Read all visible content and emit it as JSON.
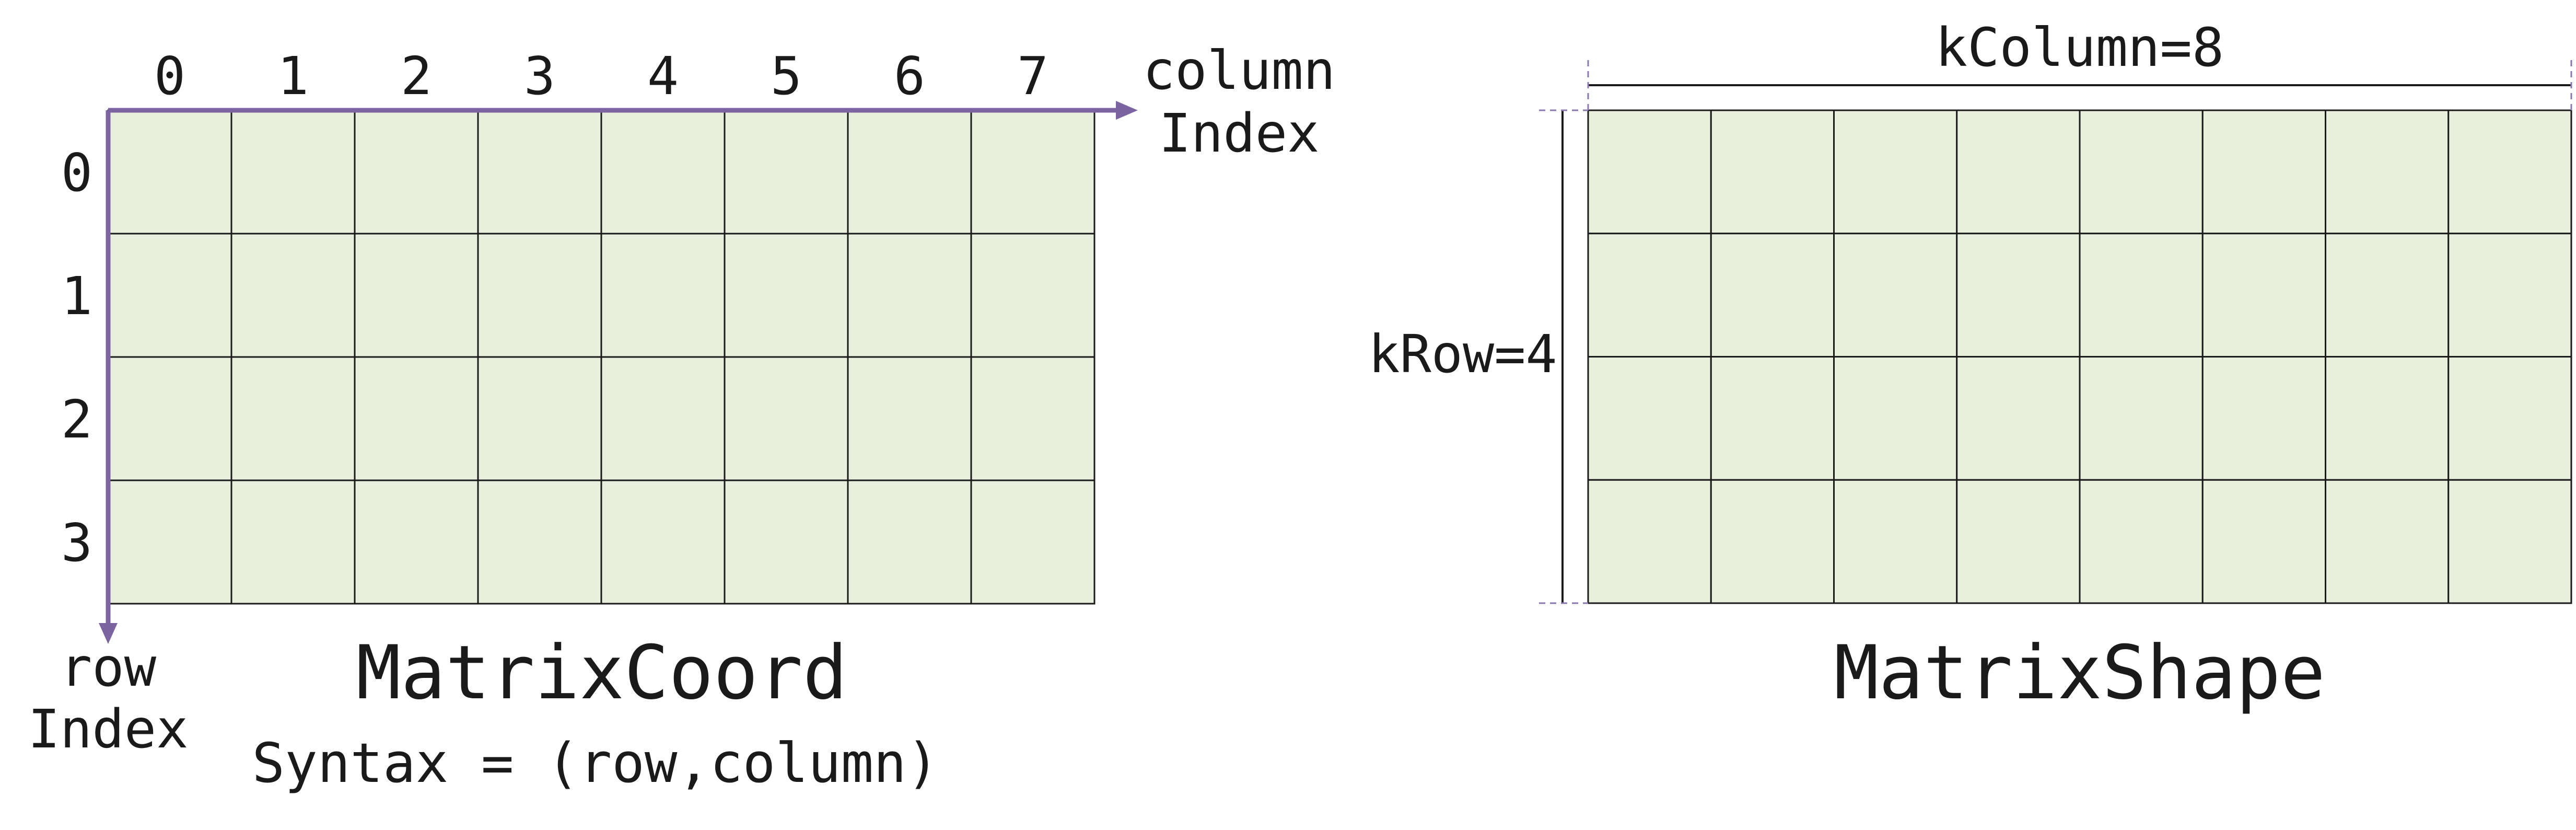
{
  "matrix": {
    "rows": 4,
    "columns": 8,
    "cell_fill": "#e9efdd",
    "grid_color": "#1a1a1a"
  },
  "left_diagram": {
    "column_indices": [
      "0",
      "1",
      "2",
      "3",
      "4",
      "5",
      "6",
      "7"
    ],
    "row_indices": [
      "0",
      "1",
      "2",
      "3"
    ],
    "column_axis_label": [
      "column",
      "Index"
    ],
    "row_axis_label": [
      "row",
      "Index"
    ],
    "title": "MatrixCoord",
    "syntax": "Syntax = (row,column)",
    "axis_color": "#7b64a0"
  },
  "right_diagram": {
    "column_dimension": "kColumn=8",
    "row_dimension": "kRow=4",
    "title": "MatrixShape",
    "guide_color": "#8a78ad"
  }
}
